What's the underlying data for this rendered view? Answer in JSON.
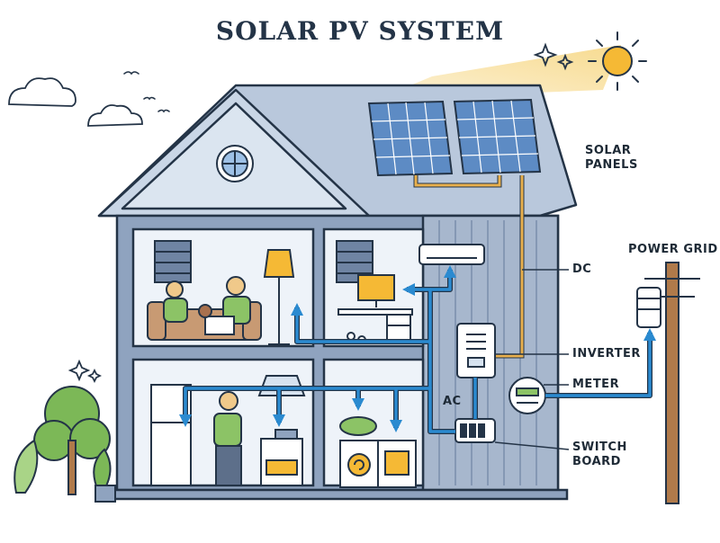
{
  "title": "SOLAR PV SYSTEM",
  "labels": {
    "solar_panels": [
      "SOLAR",
      "PANELS"
    ],
    "dc": "DC",
    "ac": "AC",
    "inverter": "INVERTER",
    "meter": "METER",
    "switch_board": [
      "SWITCH",
      "BOARD"
    ],
    "power_grid": "POWER GRID"
  },
  "colors": {
    "outline": "#243447",
    "roof": "#b9c8dc",
    "wall": "#8fa3bf",
    "interior": "#d6e2ef",
    "flow_arrow": "#2a8ad0",
    "dc_wire": "#e9b04d",
    "sun": "#f5b935",
    "sun_beam": "#f7d98a",
    "panel": "#5d8bc4",
    "person_top": "#8cc366",
    "tree": "#7cb857",
    "pole": "#b07a4a"
  }
}
